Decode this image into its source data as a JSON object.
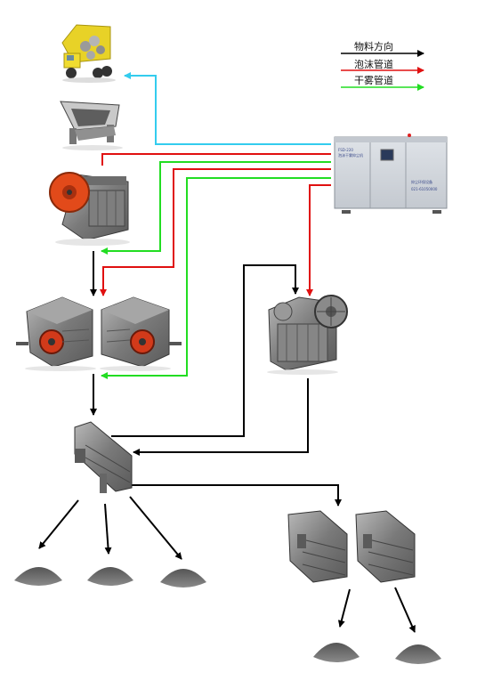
{
  "legend": {
    "items": [
      {
        "label": "物料方向",
        "color": "#000000"
      },
      {
        "label": "泡沫管道",
        "color": "#e01010"
      },
      {
        "label": "干雾管道",
        "color": "#22dd22"
      }
    ]
  },
  "pipes": {
    "cyan": "#33ccee",
    "red": "#e01010",
    "green": "#22dd22",
    "material": "#000000"
  },
  "control_cabinet": {
    "title": "FSD-220",
    "subtitle": "泡沫干雾抑尘机",
    "brand": "抑尘环保设备",
    "phone": "021-61050000"
  },
  "icons": [
    "dump-truck-icon",
    "feeder-icon",
    "jaw-crusher-icon",
    "impact-crusher-icon",
    "vibrating-screen-icon",
    "stockpile-icon",
    "control-cabinet-icon"
  ]
}
